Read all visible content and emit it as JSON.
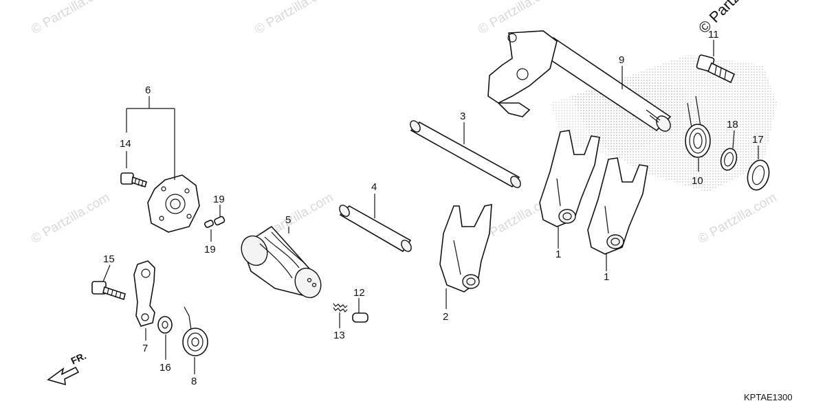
{
  "watermark": "© Partzilla.com",
  "watermark_corner": "© Partz",
  "diagram_code": "KPTAE1300",
  "direction_label": "FR.",
  "callouts": {
    "c1a": "1",
    "c1b": "1",
    "c2": "2",
    "c3": "3",
    "c4": "4",
    "c5": "5",
    "c6": "6",
    "c7": "7",
    "c8": "8",
    "c9": "9",
    "c10": "10",
    "c11": "11",
    "c12": "12",
    "c13": "13",
    "c14": "14",
    "c15": "15",
    "c16": "16",
    "c17": "17",
    "c18": "18",
    "c19a": "19",
    "c19b": "19"
  }
}
